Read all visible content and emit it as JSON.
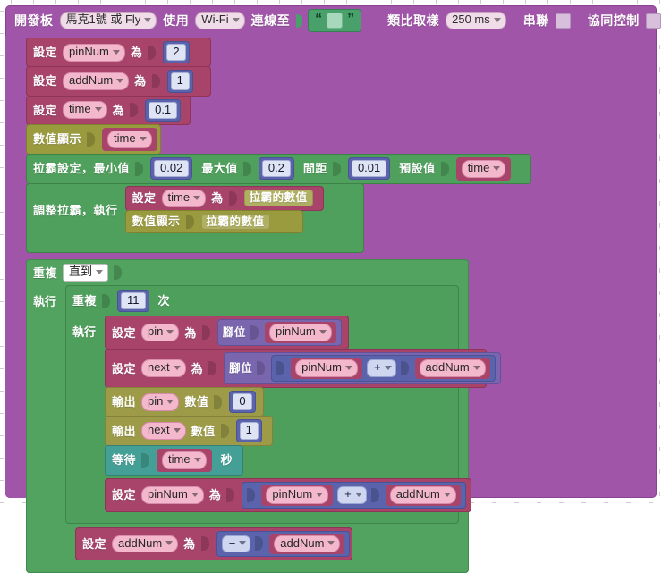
{
  "workspace": {
    "grid": "dotted-plus",
    "background_color": "#ffffff",
    "colors": {
      "board": "#a055a8",
      "set_variable": "#a8436a",
      "print": "#9a9a3f",
      "slider": "#4fa05c",
      "loop": "#51a35f",
      "output": "#9d9b48",
      "wait": "#44a096",
      "pin": "#7a66ae",
      "math": "#5a63ab",
      "string": "#49a06a",
      "variable_field": "#f4b8cd"
    }
  },
  "board_header": {
    "label": "開發板",
    "board_model": "馬克1號 或 Fly",
    "use_label": "使用",
    "connection_type": "Wi-Fi",
    "connect_to_label": "連線至",
    "connect_value": "",
    "quote_open": "“",
    "quote_close": "”",
    "sampling_label": "類比取樣",
    "sampling_value": "250 ms",
    "serial_label": "串聯",
    "serial_checked": false,
    "cooperate_label": "協同控制",
    "cooperate_checked": false
  },
  "blocks": {
    "set_label": "設定",
    "as_label": "為",
    "set_pinnum": {
      "var": "pinNum",
      "value": "2"
    },
    "set_addnum": {
      "var": "addNum",
      "value": "1"
    },
    "set_time": {
      "var": "time",
      "value": "0.1"
    },
    "print_block": {
      "label": "數值顯示",
      "var": "time"
    },
    "slider_setup": {
      "label": "拉霸設定，最小值",
      "min": "0.02",
      "max_label": "最大值",
      "max": "0.2",
      "step_label": "間距",
      "step": "0.01",
      "default_label": "預設值",
      "default_var": "time"
    },
    "slider_change": {
      "label": "調整拉霸，執行",
      "set_label": "設定",
      "set_var": "time",
      "as_label": "為",
      "slider_value_label": "拉霸的數值",
      "print_label": "數值顯示",
      "print_value_label": "拉霸的數值"
    },
    "repeat_until": {
      "label": "重複",
      "mode": "直到",
      "do_label": "執行"
    },
    "repeat_times": {
      "label": "重複",
      "count": "11",
      "times_label": "次",
      "do_label": "執行"
    },
    "set_pin": {
      "set_label": "設定",
      "var": "pin",
      "as_label": "為",
      "pin_label": "腳位",
      "pin_value": "pinNum"
    },
    "set_next": {
      "set_label": "設定",
      "var": "next",
      "as_label": "為",
      "pin_label": "腳位",
      "left": "pinNum",
      "operator": "+",
      "right": "addNum"
    },
    "output_pin": {
      "label": "輸出",
      "var": "pin",
      "value_label": "數值",
      "value": "0"
    },
    "output_next": {
      "label": "輸出",
      "var": "next",
      "value_label": "數值",
      "value": "1"
    },
    "wait": {
      "label": "等待",
      "var": "time",
      "unit_label": "秒"
    },
    "set_pinnum_add": {
      "set_label": "設定",
      "var": "pinNum",
      "as_label": "為",
      "left": "pinNum",
      "operator": "+",
      "right": "addNum"
    },
    "set_addnum_neg": {
      "set_label": "設定",
      "var": "addNum",
      "as_label": "為",
      "operator": "−",
      "operand": "addNum"
    }
  }
}
